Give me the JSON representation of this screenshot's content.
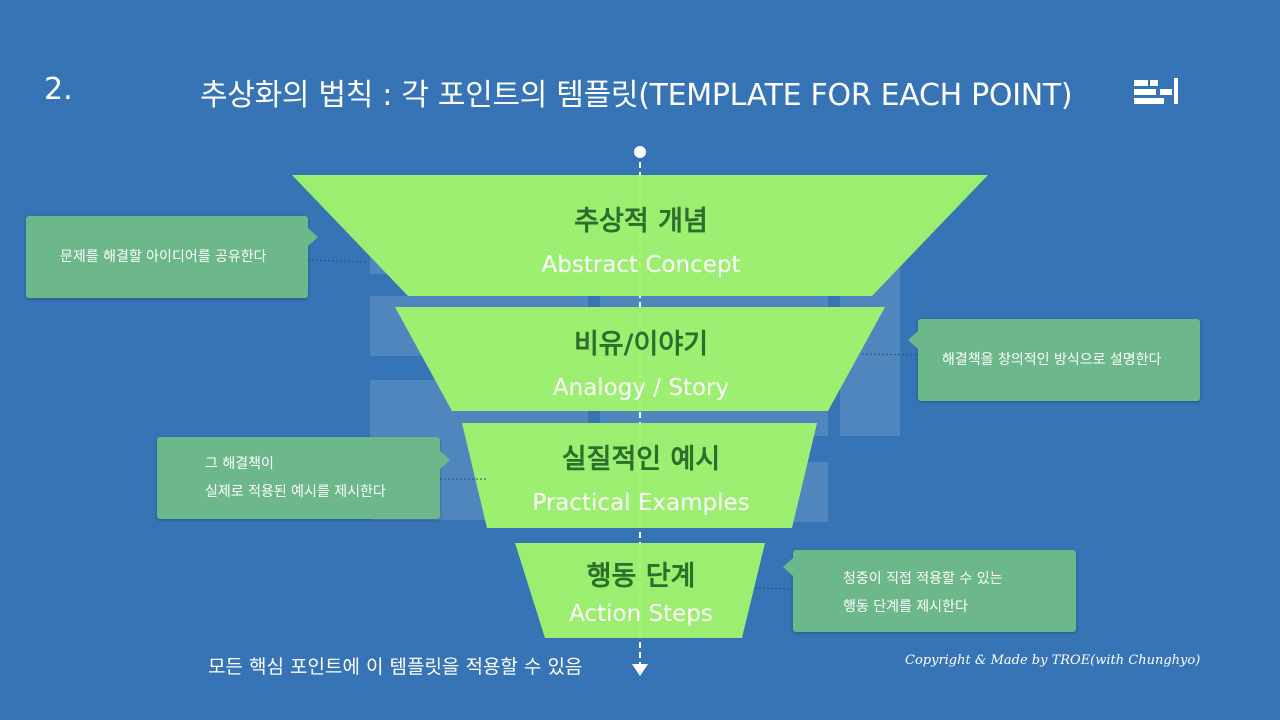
{
  "slide": {
    "number": "2.",
    "title": "추상화의 법칙 : 각 포인트의 템플릿(TEMPLATE FOR EACH POINT)"
  },
  "stages": [
    {
      "ko": "추상적 개념",
      "en": "Abstract Concept"
    },
    {
      "ko": "비유/이야기",
      "en": "Analogy / Story"
    },
    {
      "ko": "실질적인 예시",
      "en": "Practical Examples"
    },
    {
      "ko": "행동 단계",
      "en": "Action Steps"
    }
  ],
  "callouts": [
    {
      "lines": [
        "문제를 해결할 아이디어를 공유한다"
      ]
    },
    {
      "lines": [
        "해결책을 창의적인 방식으로 설명한다"
      ]
    },
    {
      "lines": [
        "그 해결책이",
        "실제로 적용된 예시를 제시한다"
      ]
    },
    {
      "lines": [
        "청중이 직접 적용할 수 있는",
        "행동 단계를 제시한다"
      ]
    }
  ],
  "footnote": "모든 핵심 포인트에 이 템플릿을 적용할 수 있음",
  "copyright": "Copyright & Made by TROE(with Chunghyo)",
  "colors": {
    "background": "#3674b5",
    "funnel": "#a2f76a",
    "stage_title": "#2c6e2c",
    "callout": "#6cb88a"
  },
  "icons": {
    "logo": "stacked-bars-logo-icon"
  }
}
